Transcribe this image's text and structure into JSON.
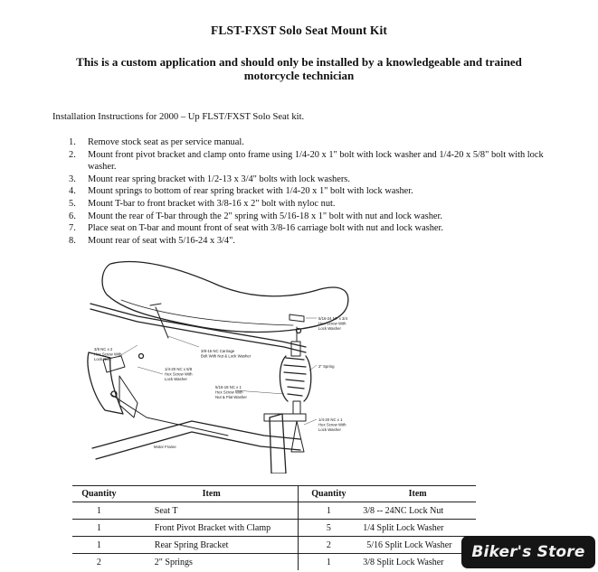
{
  "document": {
    "title": "FLST-FXST Solo Seat Mount Kit",
    "subtitle_line1": "This is a custom application and should only be installed by a knowledgeable and trained",
    "subtitle_line2": "motorcycle technician",
    "intro": "Installation Instructions for 2000 – Up FLST/FXST Solo Seat kit.",
    "steps": [
      {
        "num": "1.",
        "text": "Remove stock seat as per service manual."
      },
      {
        "num": "2.",
        "text": "Mount front pivot bracket and clamp onto frame using 1/4-20 x 1\" bolt with lock washer and 1/4-20 x 5/8\" bolt with lock washer."
      },
      {
        "num": "3.",
        "text": "Mount rear spring bracket  with 1/2-13 x 3/4\" bolts with lock washers."
      },
      {
        "num": "4.",
        "text": "Mount springs to bottom of rear spring bracket  with 1/4-20 x 1\" bolt with lock washer."
      },
      {
        "num": "5.",
        "text": "Mount T-bar to front bracket with 3/8-16 x 2\"  bolt with nyloc nut."
      },
      {
        "num": "6.",
        "text": "Mount the rear of T-bar through the 2\" spring with 5/16-18 x 1\" bolt with nut and lock washer."
      },
      {
        "num": "7.",
        "text": "Place seat on T-bar and mount front of seat with 3/8-16 carriage bolt with nut and lock washer."
      },
      {
        "num": "8.",
        "text": "Mount rear of seat with 5/16-24 x 3/4\"."
      }
    ]
  },
  "diagram": {
    "labels": {
      "l1a": "5/16-24 NF x 3/4",
      "l1b": "Hex Screw With",
      "l1c": "Lock Washer",
      "l2a": "3/8 NC x 2",
      "l2b": "Hex Screw With",
      "l2c": "Lock Nut",
      "l3a": "3/8-16 NC Carriage",
      "l3b": "Bolt With Nut & Lock Washer",
      "l4a": "1/4-20 NC x 5/8",
      "l4b": "Hex Screw With",
      "l4c": "Lock Washer",
      "l5": "2\" Spring",
      "l6a": "5/16-18 NC x 1",
      "l6b": "Hex Screw With",
      "l6c": "Nut & Flat Washer",
      "l7a": "1/4-20 NC x 1",
      "l7b": "Hex Screw With",
      "l7c": "Lock Washer",
      "l8": "Motor Frame"
    }
  },
  "parts_table": {
    "headers": {
      "quantity": "Quantity",
      "item": "Item"
    },
    "rows": [
      {
        "q1": "1",
        "i1": "Seat T",
        "q2": "1",
        "i2": "3/8 -- 24NC Lock Nut"
      },
      {
        "q1": "1",
        "i1": "Front Pivot Bracket with Clamp",
        "q2": "5",
        "i2": "1/4 Split Lock Washer"
      },
      {
        "q1": "1",
        "i1": "Rear Spring Bracket",
        "q2": "2",
        "i2": "5/16 Split Lock Washer"
      },
      {
        "q1": "2",
        "i1": "2\" Springs",
        "q2": "1",
        "i2": "3/8 Split Lock Washer"
      }
    ]
  },
  "watermark": {
    "text": "Biker's Store"
  }
}
